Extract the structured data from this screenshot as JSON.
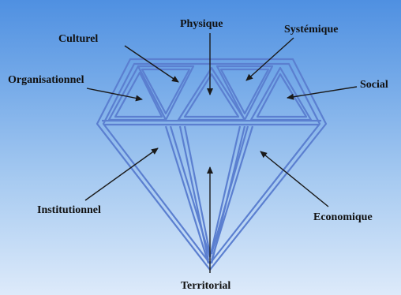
{
  "colors": {
    "background_top": "#4f90e1",
    "background_bottom": "#ddeafa",
    "diamond_stroke": "#5b7fd0",
    "arrow": "#1a1a1a",
    "label": "#111111"
  },
  "labels": {
    "physique": "Physique",
    "culturel": "Culturel",
    "systemique": "Systémique",
    "organisationnel": "Organisationnel",
    "social": "Social",
    "institutionnel": "Institutionnel",
    "economique": "Economique",
    "territorial": "Territorial"
  }
}
